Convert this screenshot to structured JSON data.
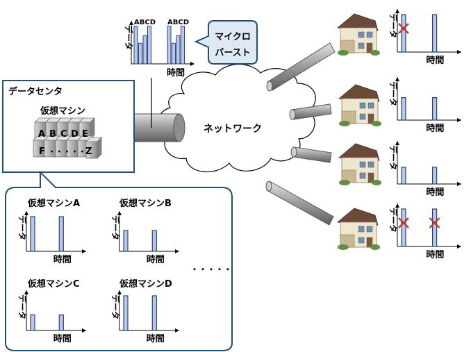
{
  "axis_labels": {
    "y": "データ",
    "x": "時間"
  },
  "top_chart": {
    "bar_label_1": "ABCD",
    "bar_label_2": "ABCD"
  },
  "callout": {
    "line1": "マイクロ",
    "line2": "バースト"
  },
  "datacenter": {
    "title": "データセンタ",
    "vm_title": "仮想マシン",
    "vm_row1": [
      "A",
      "B",
      "C",
      "D",
      "E"
    ],
    "vm_row2_first": "F",
    "vm_row2_dots": "・・・・・",
    "vm_row2_last": "Z"
  },
  "network_label": "ネットワーク",
  "vm_charts": [
    {
      "title": "仮想マシンA",
      "bars": [
        1.0,
        1.0
      ]
    },
    {
      "title": "仮想マシンB",
      "bars": [
        0.6,
        0.6
      ]
    },
    {
      "title": "仮想マシンC",
      "bars": [
        0.45,
        0.45
      ]
    },
    {
      "title": "仮想マシンD",
      "bars": [
        1.0,
        1.0
      ]
    }
  ],
  "ellipsis": "・・・・・",
  "house_charts": [
    {
      "bars": [
        1.0,
        1.0
      ],
      "dropped": [
        true,
        false
      ]
    },
    {
      "bars": [
        0.6,
        0.6
      ],
      "dropped": [
        false,
        false
      ]
    },
    {
      "bars": [
        0.45,
        0.45
      ],
      "dropped": [
        false,
        false
      ]
    },
    {
      "bars": [
        1.0,
        1.0
      ],
      "dropped": [
        true,
        true
      ]
    }
  ],
  "colors": {
    "bar_fill": "#b8c8e8",
    "bar_stroke": "#2a3f7a",
    "x_mark": "#c0392b",
    "frame": "#1f4e79",
    "pipe": "#9a9a9a"
  }
}
